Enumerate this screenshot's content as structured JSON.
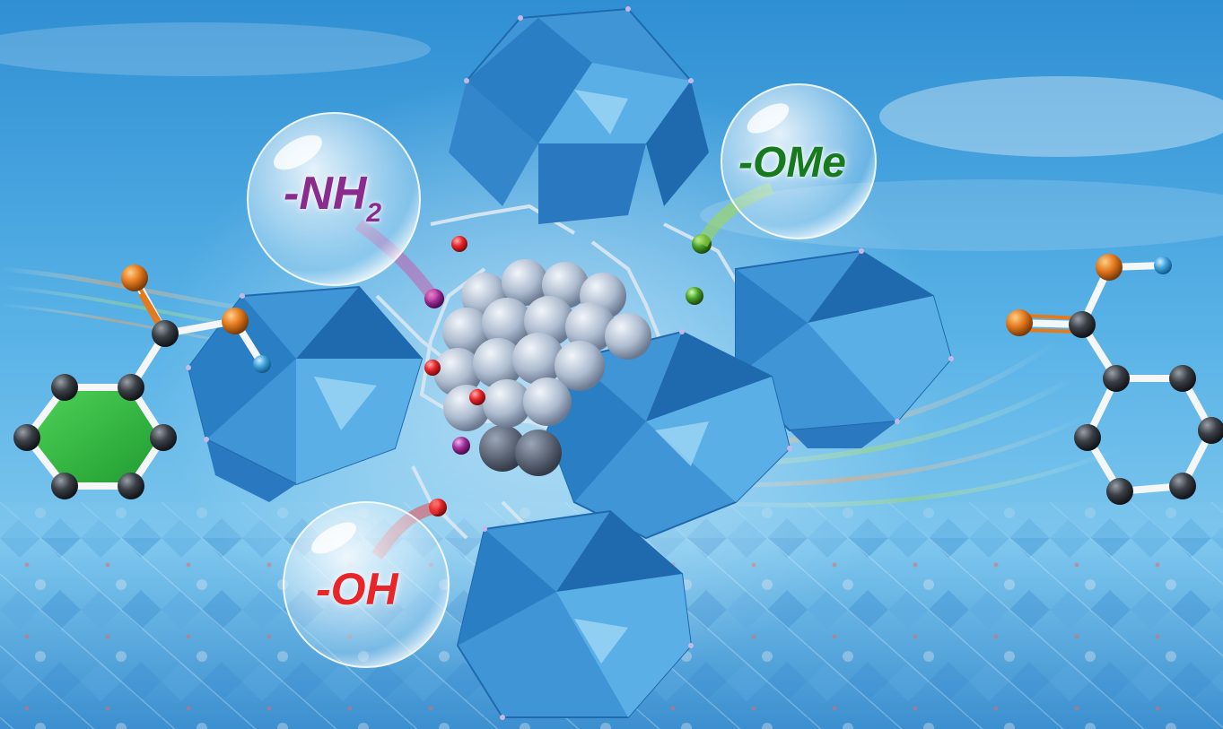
{
  "labels": {
    "nh2": {
      "main": "-NH",
      "sub": "2"
    },
    "ome": "-OMe",
    "oh": "-OH"
  },
  "colors": {
    "sky_top": "#2f8fd3",
    "sky_bottom": "#7cc6ee",
    "polyhedron": "#3f95d6",
    "polyhedron_dark": "#1f6aae",
    "polyhedron_light": "#8fd0f5",
    "core_sphere": "#b8c6da",
    "nh2": "#8a2c8e",
    "ome": "#177a1f",
    "oh": "#e8262a",
    "carbon": "#3a3f46",
    "oxygen_atom": "#e47a1e",
    "hydrogen_atom": "#3fa2dc",
    "aromatic_ring": "#2bb540"
  }
}
